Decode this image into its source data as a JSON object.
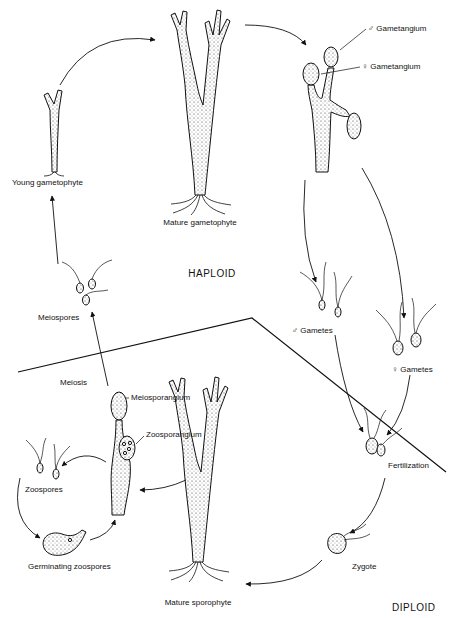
{
  "diagram": {
    "labels": [
      "Young gametophyte",
      "Mature gametophyte",
      "♂ Gametangium",
      "♀ Gametangium",
      "HAPLOID",
      "Meiospores",
      "♂ Gametes",
      "♀ Gametes",
      "Meiosis",
      "Meiosporangium",
      "Zoosporangium",
      "Fertilization",
      "Zoospores",
      "Germinating zoospores",
      "Mature sporophyte",
      "Zygote",
      "DIPLOID"
    ]
  }
}
